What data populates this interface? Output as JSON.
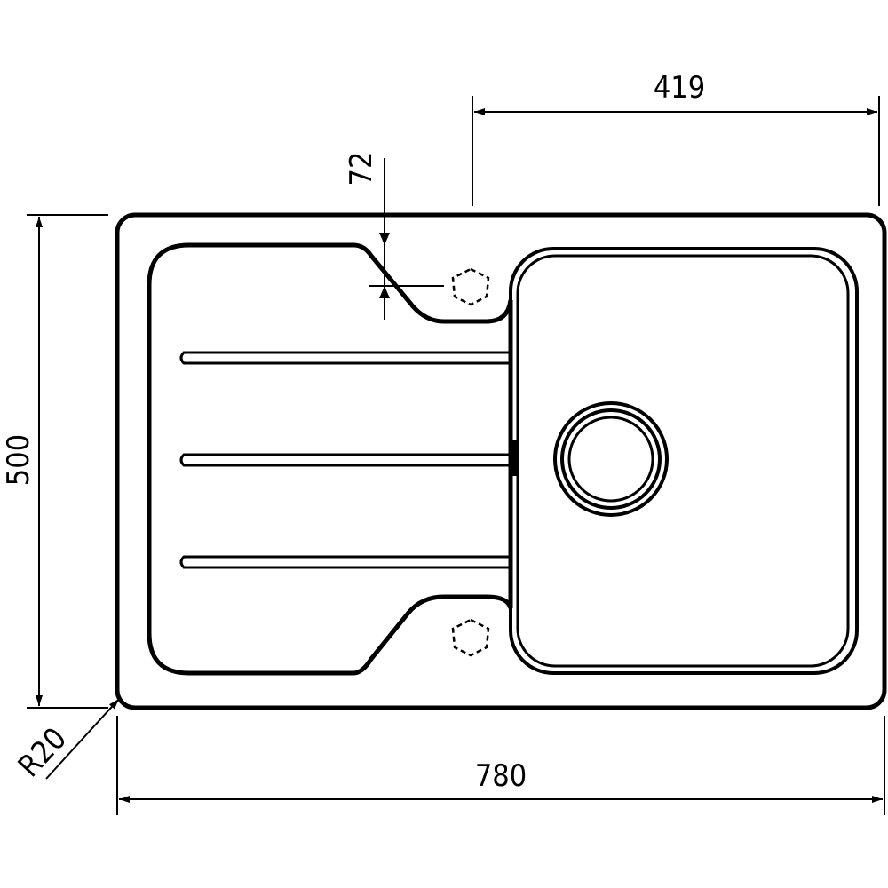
{
  "dimensions": {
    "width": "780",
    "height": "500",
    "bowl_width": "419",
    "tap_offset": "72",
    "corner_radius": "R20"
  },
  "colors": {
    "line": "#000000",
    "background": "#ffffff"
  }
}
